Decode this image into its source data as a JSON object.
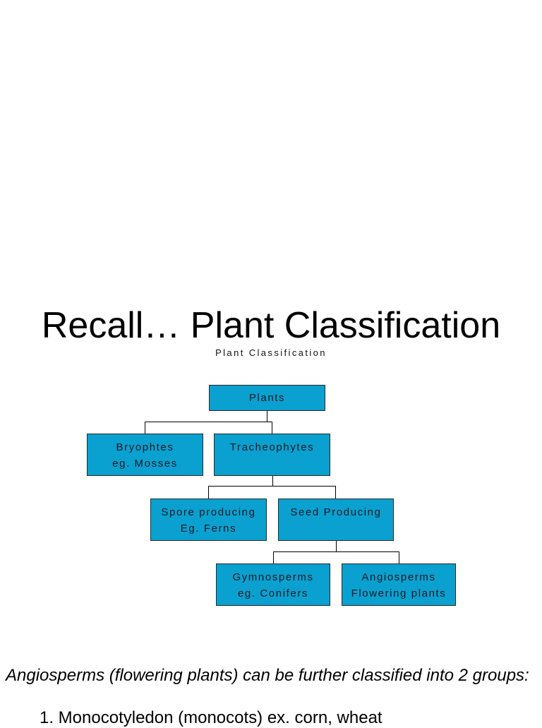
{
  "slide": {
    "title": "Recall… Plant Classification"
  },
  "diagram": {
    "title": "Plant Classification",
    "node_color": "#0aa0cf",
    "nodes": {
      "plants": {
        "lines": [
          "Plants"
        ]
      },
      "bryophytes": {
        "lines": [
          "Bryophtes",
          "eg. Mosses"
        ]
      },
      "tracheophytes": {
        "lines": [
          "Tracheophytes"
        ]
      },
      "spore": {
        "lines": [
          "Spore producing",
          "Eg. Ferns"
        ]
      },
      "seed": {
        "lines": [
          "Seed Producing"
        ]
      },
      "gymnosperms": {
        "lines": [
          "Gymnosperms",
          "eg. Conifers"
        ]
      },
      "angiosperms": {
        "lines": [
          "Angiosperms",
          "Flowering plants"
        ]
      }
    }
  },
  "caption": {
    "text": "Angiosperms (flowering plants) can be further classified into 2 groups:"
  },
  "list": {
    "item1": "1. Monocotyledon (monocots) ex. corn, wheat"
  }
}
